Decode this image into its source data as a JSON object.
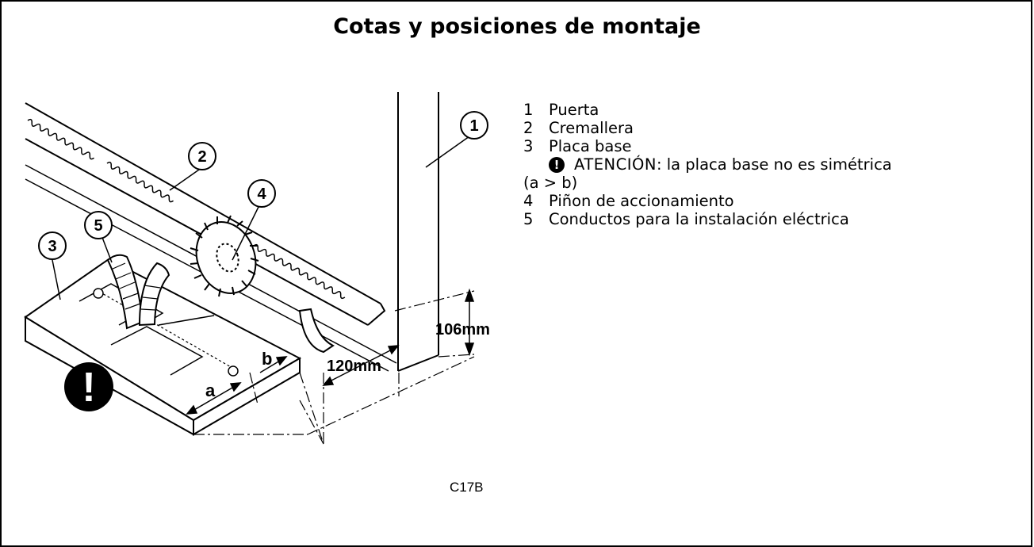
{
  "title": "Cotas y posiciones de montaje",
  "figure_code": "C17B",
  "callouts": {
    "c1": "1",
    "c2": "2",
    "c3": "3",
    "c4": "4",
    "c5": "5"
  },
  "dimensions": {
    "height": "106mm",
    "width": "120mm",
    "a": "a",
    "b": "b"
  },
  "warning_symbol": "!",
  "legend": {
    "items": [
      {
        "num": "1",
        "label": "Puerta"
      },
      {
        "num": "2",
        "label": "Cremallera"
      },
      {
        "num": "3",
        "label": "Placa base"
      },
      {
        "num": "4",
        "label": "Piñon de accionamiento"
      },
      {
        "num": "5",
        "label": "Conductos para la instalación eléctrica"
      }
    ],
    "warning": {
      "icon": "exclamation-circle-icon",
      "label": "ATENCIÓN",
      "text": ": la placa base no es simétrica",
      "continuation": "(a > b)"
    }
  }
}
